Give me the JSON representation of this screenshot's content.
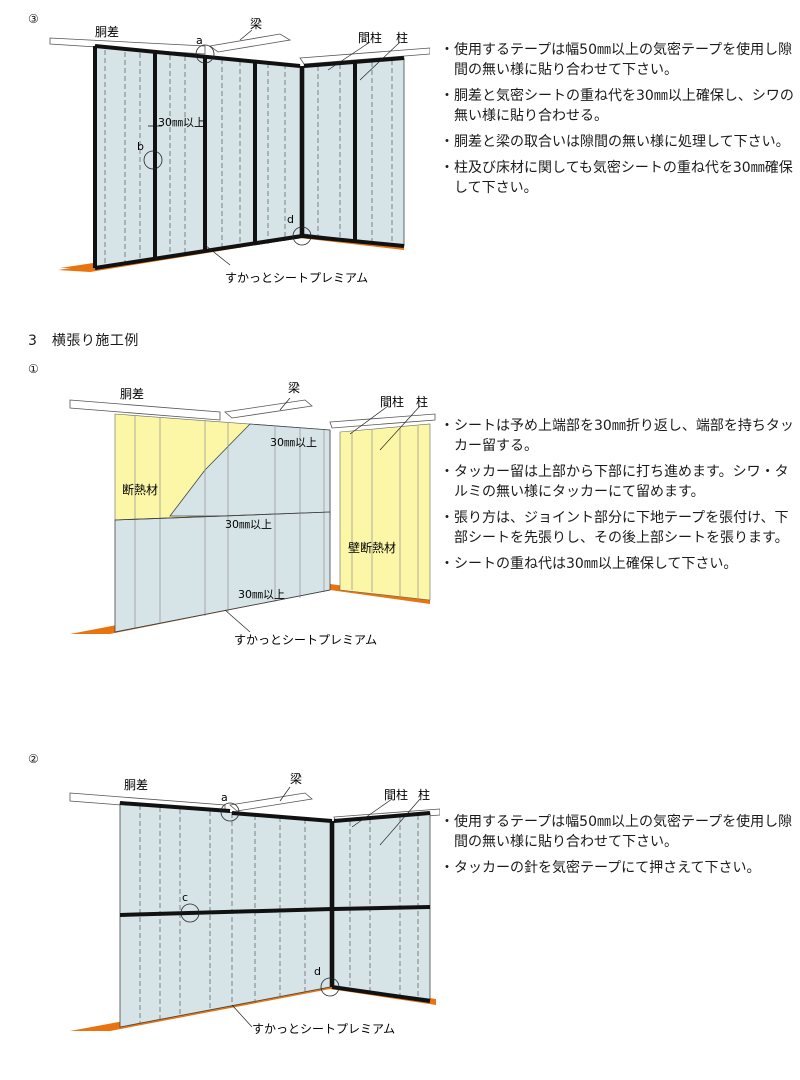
{
  "section1": {
    "marker": "③",
    "labels": {
      "dousa": "胴差",
      "hari": "梁",
      "mabashira": "間柱",
      "hashira": "柱",
      "a": "a",
      "b": "b",
      "d": "d",
      "overlap": "30㎜以上",
      "product": "すかっとシートプレミアム"
    },
    "notes": [
      "使用するテープは幅50㎜以上の気密テープを使用し隙間の無い様に貼り合わせて下さい。",
      "胴差と気密シートの重ね代を30㎜以上確保し、シワの無い様に貼り合わせる。",
      "胴差と梁の取合いは隙間の無い様に処理して下さい。",
      "柱及び床材に関しても気密シートの重ね代を30㎜確保して下さい。"
    ]
  },
  "section_title": "3　横張り施工例",
  "section2": {
    "marker": "①",
    "labels": {
      "dousa": "胴差",
      "hari": "梁",
      "mabashira": "間柱",
      "hashira": "柱",
      "insulation": "断熱材",
      "wall_insulation": "壁断熱材",
      "overlap_top": "30㎜以上",
      "overlap_mid": "30㎜以上",
      "overlap_bottom": "30㎜以上",
      "product": "すかっとシートプレミアム"
    },
    "notes": [
      "シートは予め上端部を30㎜折り返し、端部を持ちタッカー留する。",
      "タッカー留は上部から下部に打ち進めます。シワ・タルミの無い様にタッカーにて留めます。",
      "張り方は、ジョイント部分に下地テープを張付け、下部シートを先張りし、その後上部シートを張ります。",
      "シートの重ね代は30㎜以上確保して下さい。"
    ]
  },
  "section3": {
    "marker": "②",
    "labels": {
      "dousa": "胴差",
      "hari": "梁",
      "mabashira": "間柱",
      "hashira": "柱",
      "a": "a",
      "c": "c",
      "d": "d",
      "product": "すかっとシートプレミアム"
    },
    "notes": [
      "使用するテープは幅50㎜以上の気密テープを使用し隙間の無い様に貼り合わせて下さい。",
      "タッカーの針を気密テープにて押さえて下さい。"
    ]
  },
  "colors": {
    "sheet": "#d6e4e8",
    "insulation": "#fbf7a6",
    "floor": "#e8730f",
    "tape": "#111111"
  }
}
